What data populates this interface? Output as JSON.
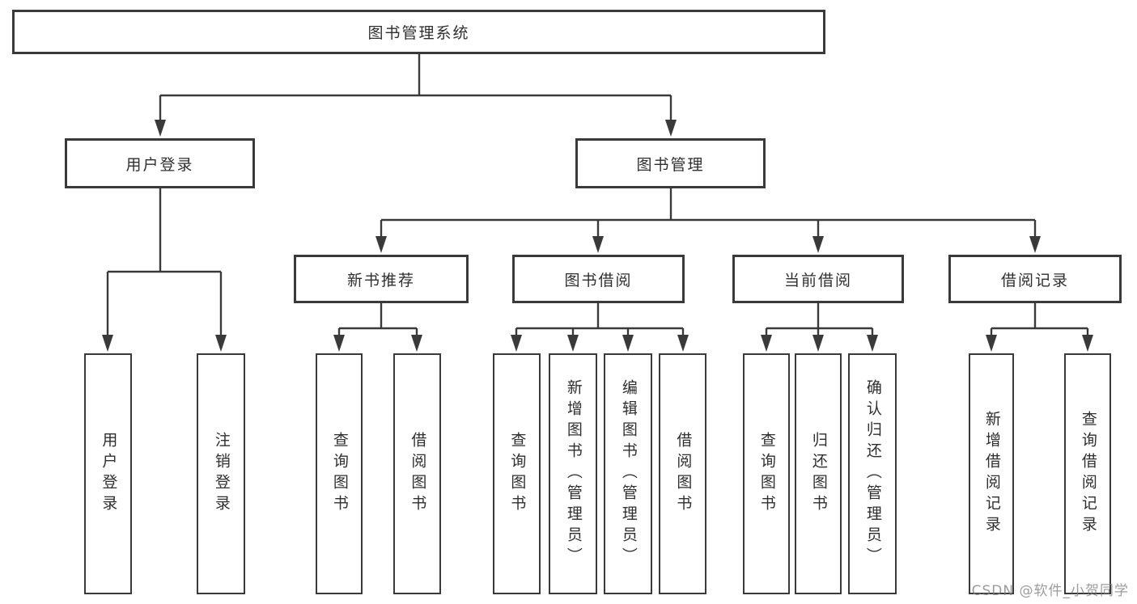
{
  "diagram": {
    "title": "图书管理系统",
    "level2": {
      "user_login": "用户登录",
      "book_mgmt": "图书管理"
    },
    "level3": {
      "new_books": "新书推荐",
      "book_borrow": "图书借阅",
      "current_borrow": "当前借阅",
      "borrow_records": "借阅记录"
    },
    "leaves": {
      "user_login": [
        "用户登录",
        "注销登录"
      ],
      "new_books": [
        "查询图书",
        "借阅图书"
      ],
      "book_borrow": [
        "查询图书",
        "新增图书（管理员）",
        "编辑图书（管理员）",
        "借阅图书"
      ],
      "current_borrow": [
        "查询图书",
        "归还图书",
        "确认归还（管理员）"
      ],
      "borrow_records": [
        "新增借阅记录",
        "查询借阅记录"
      ]
    }
  },
  "watermark": "CSDN @软件_小贺同学",
  "colors": {
    "line": "#3a3a3a",
    "text": "#2f2f2f",
    "background": "#ffffff",
    "watermark": "#808080"
  }
}
